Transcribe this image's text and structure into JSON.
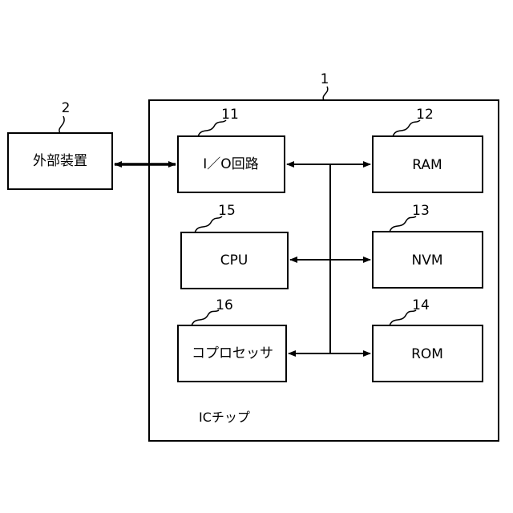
{
  "diagram": {
    "refs": {
      "chip": "1",
      "external": "2",
      "io": "11",
      "ram": "12",
      "nvm": "13",
      "rom": "14",
      "cpu": "15",
      "coproc": "16"
    },
    "labels": {
      "external": "外部装置",
      "io": "I／O回路",
      "ram": "RAM",
      "cpu": "CPU",
      "nvm": "NVM",
      "coproc": "コプロセッサ",
      "rom": "ROM",
      "chip": "ICチップ"
    },
    "colors": {
      "stroke": "#000000",
      "background": "#ffffff"
    }
  }
}
